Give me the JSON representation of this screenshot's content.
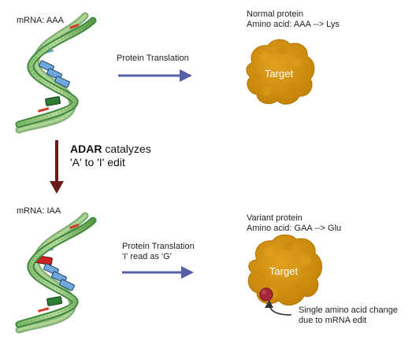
{
  "top": {
    "mrna_label": "mRNA: AAA",
    "translation_label": "Protein Translation",
    "protein_title": "Normal protein",
    "protein_aa": "Amino acid: AAA --> Lys",
    "target_label": "Target"
  },
  "edit": {
    "enzyme": "ADAR",
    "line1_rest": " catalyzes",
    "line2": "'A' to 'I' edit"
  },
  "bottom": {
    "mrna_label": "mRNA: IAA",
    "translation_label_1": "Protein Translation",
    "translation_label_2": "'I' read as 'G'",
    "protein_title": "Variant protein",
    "protein_aa": "Amino acid: GAA --> Glu",
    "target_label": "Target",
    "note_1": "Single amino acid change",
    "note_2": "due to mRNA edit"
  },
  "colors": {
    "helix_outer": "#3e8a3e",
    "helix_light": "#9dcb86",
    "codon_blue": "#6fa8dc",
    "codon_green": "#2e7d32",
    "codon_red": "#cc2222",
    "base_red": "#d43a2a",
    "base_yellow": "#e8c84a",
    "arrow_blue": "#5560a8",
    "arrow_dark_red": "#6b1a1a",
    "protein_gold": "#d4900e",
    "protein_gold_dark": "#b37608",
    "mutation_red": "#a8283a"
  }
}
